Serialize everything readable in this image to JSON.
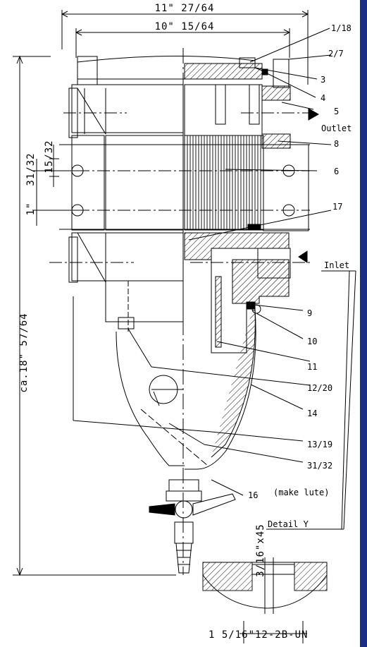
{
  "drawing": {
    "dimensions": {
      "overall_width": "11\" 27/64",
      "inner_width": "10\" 15/64",
      "height": "ca.18\" 57/64",
      "gap_a": "31/32",
      "gap_b": "15/32",
      "one_inch": "1\"",
      "chamfer": "3/16\"x45"
    },
    "part_labels": [
      "1/18",
      "2/7",
      "3",
      "4",
      "5",
      "8",
      "6",
      "17",
      "9",
      "10",
      "11",
      "12/20",
      "14",
      "13/19",
      "31/32",
      "16"
    ],
    "outlet_label": "Outlet",
    "inlet_label": "Inlet",
    "make_lute_note": "(make lute)",
    "detail_label": "Detail Y",
    "thread_spec": "1 5/16\"12-2B-UN"
  },
  "colors": {
    "line": "#000000",
    "background": "#ffffff",
    "border": "#1c2d86"
  }
}
